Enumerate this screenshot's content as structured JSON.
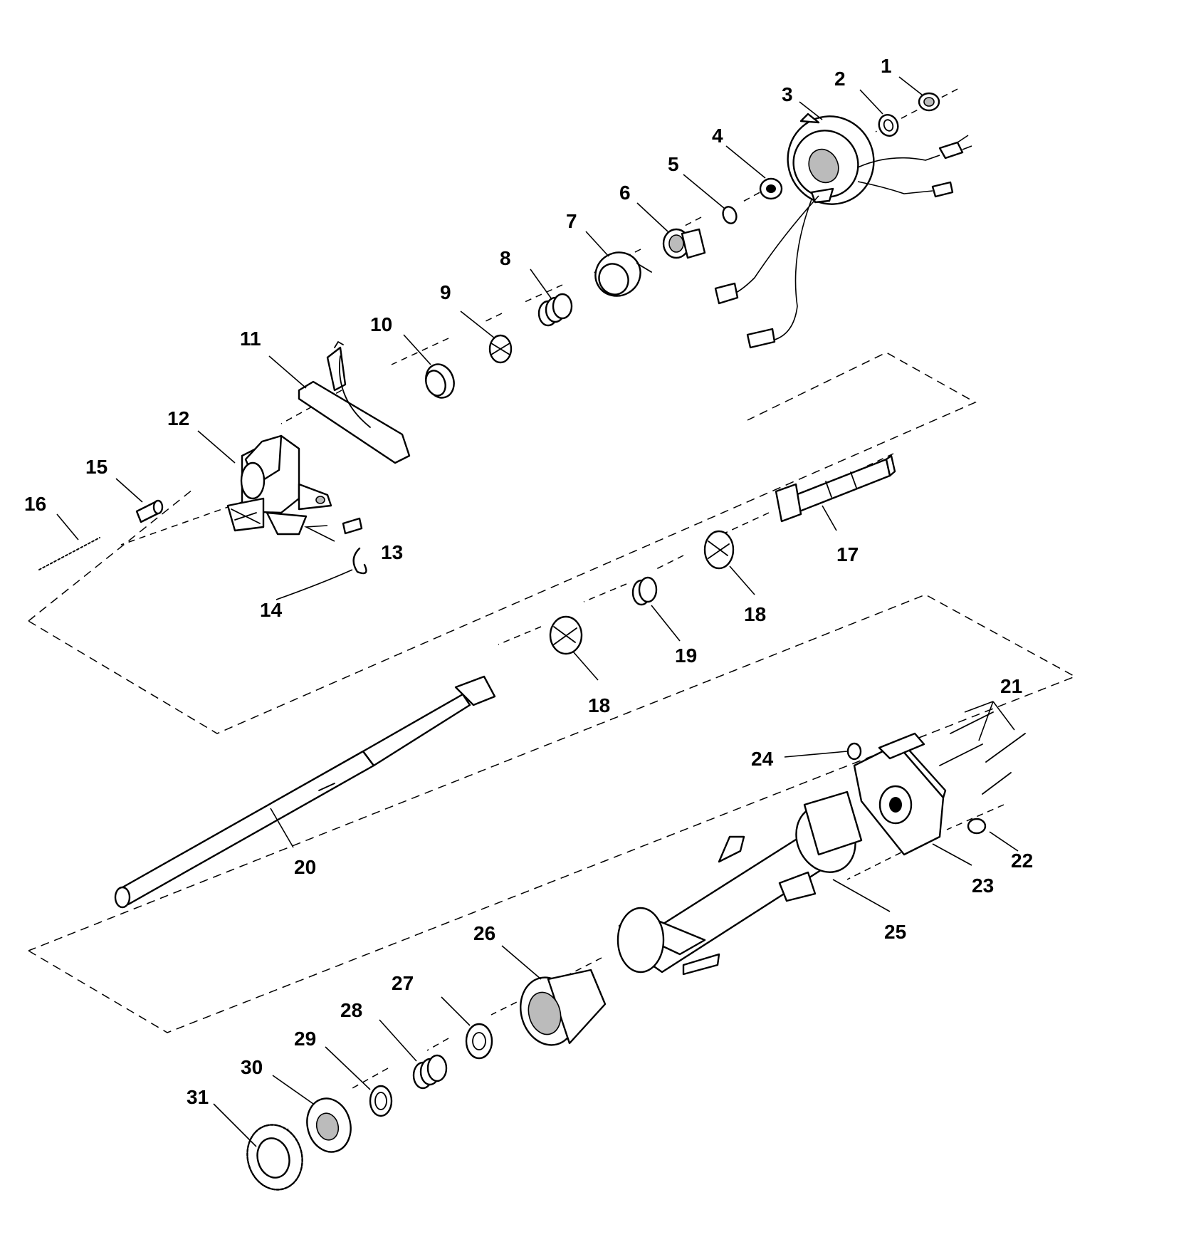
{
  "title": "",
  "callouts": {
    "n1": "1",
    "n2": "2",
    "n3": "3",
    "n4": "4",
    "n5": "5",
    "n6": "6",
    "n7": "7",
    "n8": "8",
    "n9": "9",
    "n10": "10",
    "n11": "11",
    "n12": "12",
    "n13": "13",
    "n14": "14",
    "n15": "15",
    "n16": "16",
    "n17": "17",
    "n18a": "18",
    "n18b": "18",
    "n19": "19",
    "n20": "20",
    "n21": "21",
    "n22": "22",
    "n23": "23",
    "n24": "24",
    "n25": "25",
    "n26": "26",
    "n27": "27",
    "n28": "28",
    "n29": "29",
    "n30": "30",
    "n31": "31"
  }
}
